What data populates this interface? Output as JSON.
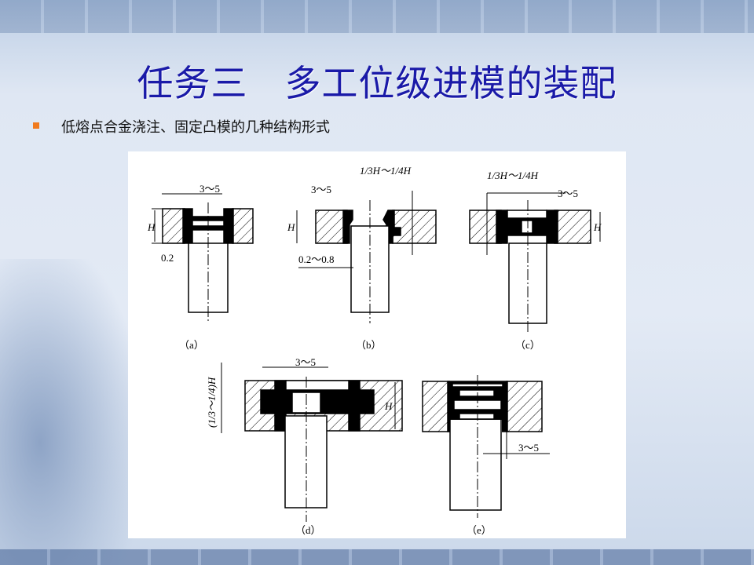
{
  "slide": {
    "title": "任务三　多工位级进模的装配",
    "bullet": "低熔点合金浇注、固定凸模的几种结构形式",
    "bullet_color": "#f07a1e",
    "title_color": "#1a1aa8"
  },
  "figure": {
    "labels": {
      "a": "（a）",
      "b": "（b）",
      "c": "（c）",
      "d": "（d）",
      "e": "（e）"
    },
    "dims": {
      "a_gap": "3～5",
      "a_clear": "0.2",
      "a_h": "H",
      "b_gap": "3～5",
      "b_clear": "0.2～0.8",
      "b_depth": "1/3H～1/4H",
      "b_h": "H",
      "c_gap": "3～5",
      "c_depth": "1/3H～1/4H",
      "c_h": "H",
      "d_gap": "3～5",
      "d_depth": "(1/3～1/4)H",
      "d_h": "H",
      "e_gap": "3～5"
    }
  }
}
